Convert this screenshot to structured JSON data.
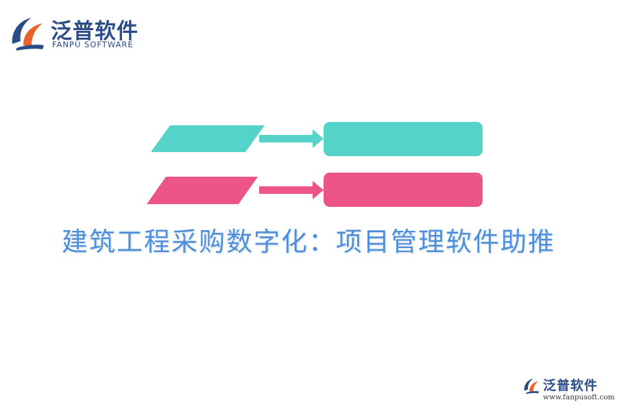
{
  "logo": {
    "name_cn": "泛普软件",
    "name_en": "FANPU SOFTWARE"
  },
  "diagram": {
    "rows": [
      {
        "color": "#55d3c9"
      },
      {
        "color": "#ec5586"
      }
    ]
  },
  "title": "建筑工程采购数字化：项目管理软件助推",
  "watermark": {
    "name_cn": "泛普软件",
    "url": "www.fanpusoft.com"
  },
  "colors": {
    "brand_blue": "#2a4c87",
    "brand_orange": "#e8622a",
    "title_blue": "#4e8fdb"
  }
}
